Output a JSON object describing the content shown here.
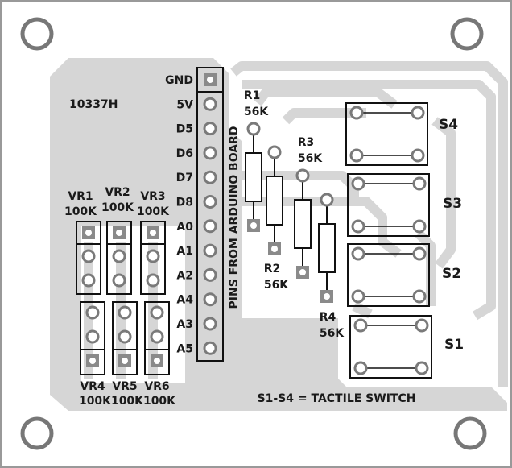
{
  "board_id": "10337H",
  "header": {
    "title": "PINS FROM ARDUINO BOARD",
    "pins": [
      "GND",
      "5V",
      "D5",
      "D6",
      "D7",
      "D8",
      "A0",
      "A1",
      "A2",
      "A4",
      "A3",
      "A5"
    ]
  },
  "presets": [
    {
      "name": "VR1",
      "value": "100K"
    },
    {
      "name": "VR2",
      "value": "100K"
    },
    {
      "name": "VR3",
      "value": "100K"
    },
    {
      "name": "VR4",
      "value": "100K"
    },
    {
      "name": "VR5",
      "value": "100K"
    },
    {
      "name": "VR6",
      "value": "100K"
    }
  ],
  "resistors": [
    {
      "name": "R1",
      "value": "56K"
    },
    {
      "name": "R2",
      "value": "56K"
    },
    {
      "name": "R3",
      "value": "56K"
    },
    {
      "name": "R4",
      "value": "56K"
    }
  ],
  "switches": [
    "S4",
    "S3",
    "S2",
    "S1"
  ],
  "legend": "S1-S4 = TACTILE SWITCH",
  "colors": {
    "copper": "#d6d6d6",
    "pad": "#7a7a7a",
    "ink": "#1a1a1a"
  }
}
